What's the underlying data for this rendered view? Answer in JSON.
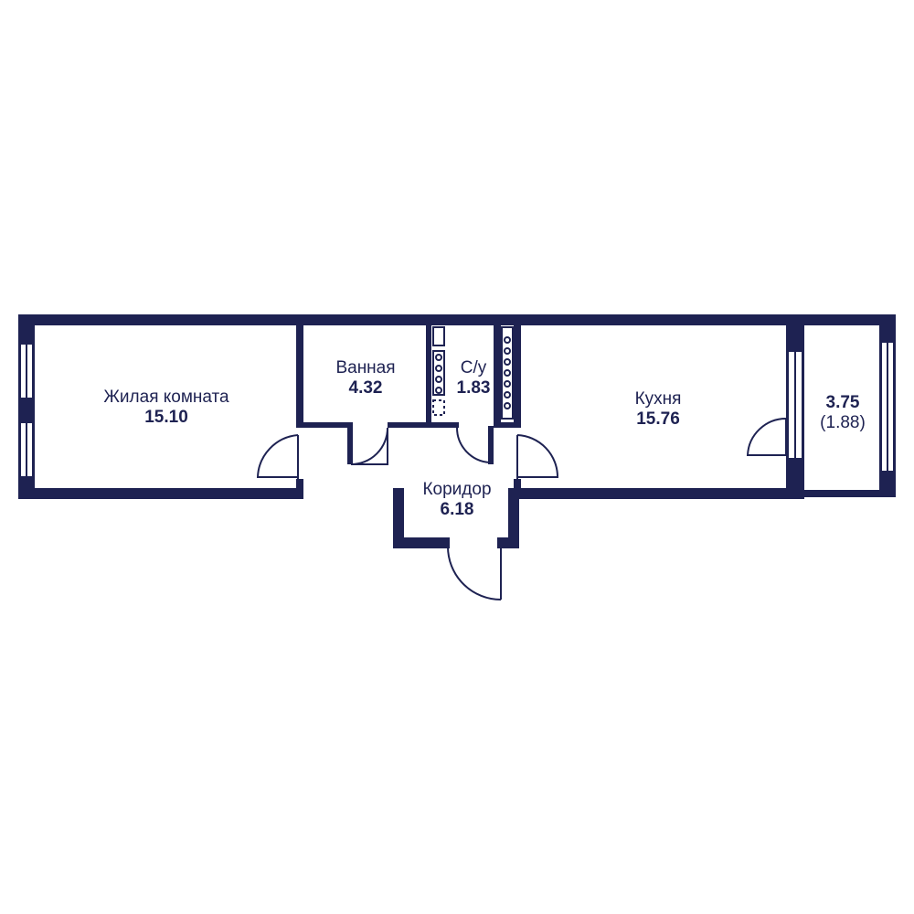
{
  "colors": {
    "wall": "#1e2252",
    "background": "#ffffff"
  },
  "rooms": {
    "living": {
      "name": "Жилая комната",
      "area": "15.10"
    },
    "bath": {
      "name": "Ванная",
      "area": "4.32"
    },
    "wc": {
      "name": "С/у",
      "area": "1.83"
    },
    "kitchen": {
      "name": "Кухня",
      "area": "15.76"
    },
    "corridor": {
      "name": "Коридор",
      "area": "6.18"
    },
    "balcony": {
      "area": "3.75",
      "reduced_area": "(1.88)"
    }
  }
}
